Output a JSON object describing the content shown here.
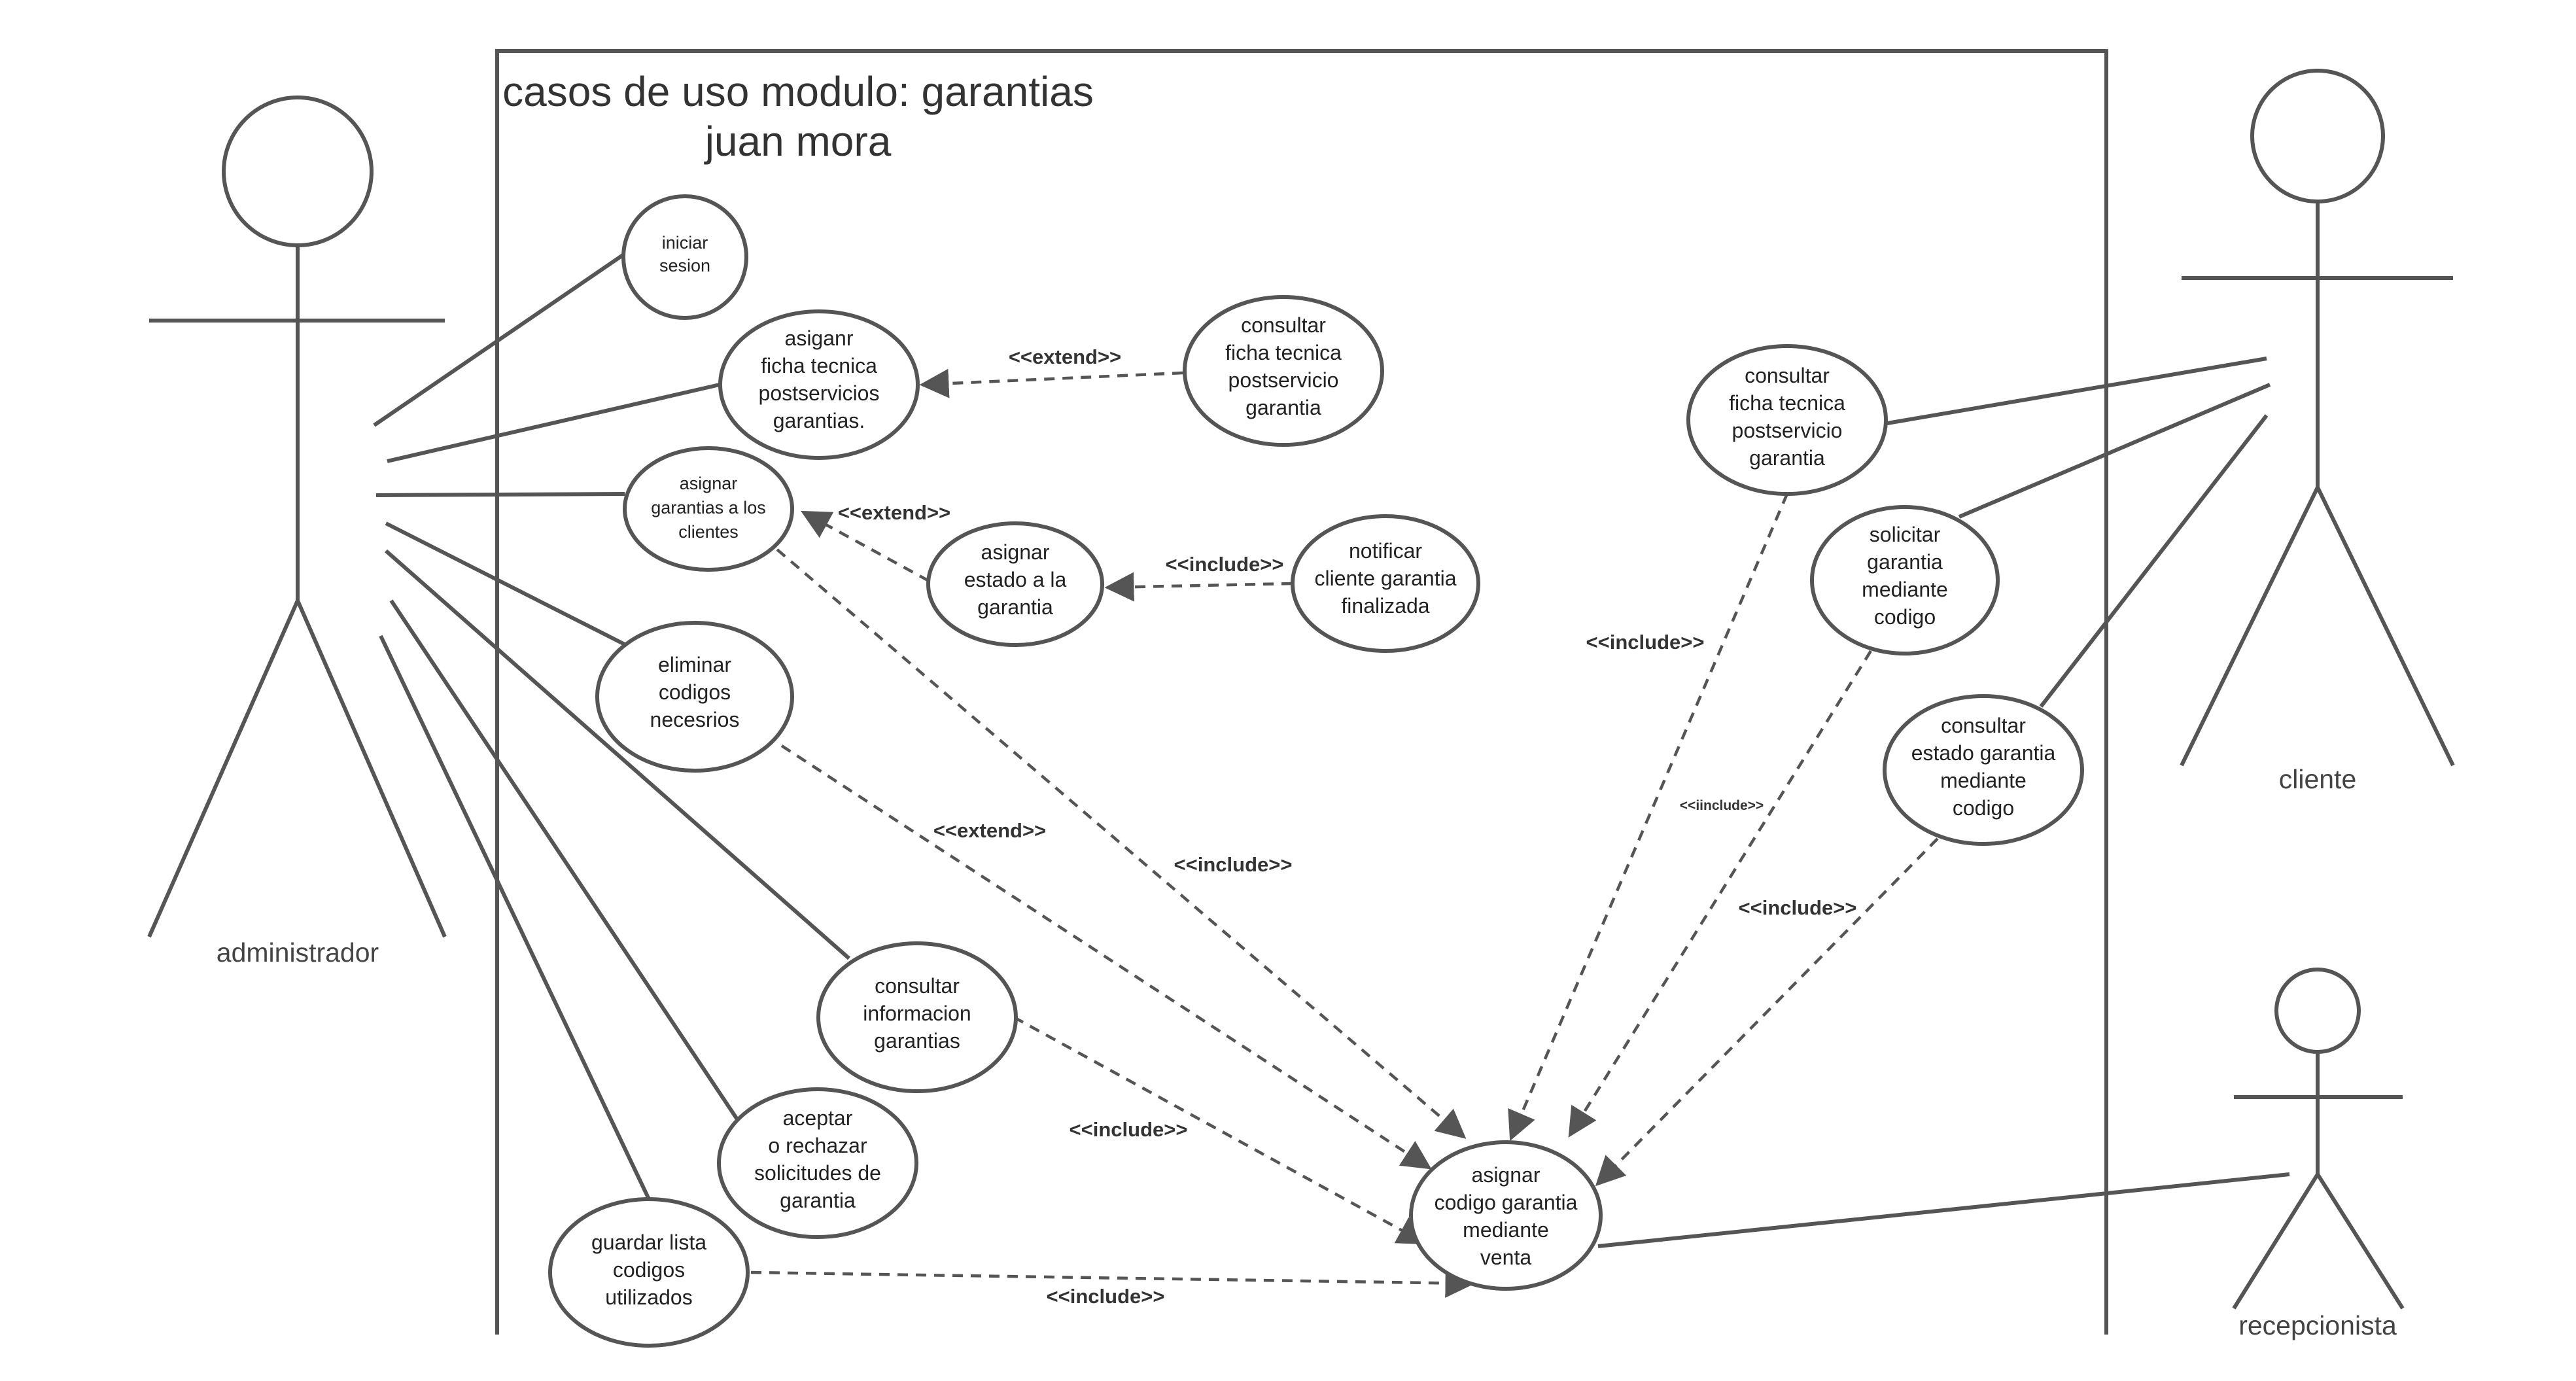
{
  "diagram": {
    "title_line1": "casos de uso modulo: garantias",
    "title_line2": "juan mora",
    "actors": {
      "administrador": "administrador",
      "cliente": "cliente",
      "recepcionista": "recepcionista"
    },
    "use_cases": {
      "iniciar_sesion": [
        "iniciar",
        "sesion"
      ],
      "asignar_ficha": [
        "asiganr",
        "ficha tecnica",
        "postservicios",
        "garantias."
      ],
      "asignar_garantias_clientes": [
        "asignar",
        "garantias a los",
        "clientes"
      ],
      "eliminar_codigos": [
        "eliminar",
        "codigos",
        "necesrios"
      ],
      "consultar_informacion": [
        "consultar",
        "informacion",
        "garantias"
      ],
      "aceptar_rechazar": [
        "aceptar",
        "o rechazar",
        "solicitudes de",
        "garantia"
      ],
      "guardar_lista": [
        "guardar  lista",
        "codigos",
        "utilizados"
      ],
      "consultar_ficha_admin": [
        "consultar",
        "ficha tecnica",
        "postservicio",
        "garantia"
      ],
      "asignar_estado": [
        "asignar",
        "estado a la",
        "garantia"
      ],
      "notificar_cliente": [
        "notificar",
        "cliente garantia",
        "finalizada"
      ],
      "asignar_codigo_venta": [
        "asignar",
        "codigo garantia",
        "mediante",
        "venta"
      ],
      "consultar_ficha_cliente": [
        "consultar",
        "ficha tecnica",
        "postservicio",
        "garantia"
      ],
      "solicitar_garantia": [
        "solicitar",
        "garantia",
        "mediante",
        "codigo"
      ],
      "consultar_estado": [
        "consultar",
        "estado garantia",
        "mediante",
        "codigo"
      ]
    },
    "relations": {
      "extend_ficha": "<<extend>>",
      "extend_estado": "<<extend>>",
      "include_notificar": "<<include>>",
      "extend_eliminar": "<<extend>>",
      "include_asignar_garantias": "<<include>>",
      "include_consultar_info": "<<include>>",
      "include_guardar": "<<include>>",
      "include_ficha_cliente": "<<include>>",
      "include_solicitar": "<<iinclude>>",
      "include_estado": "<<include>>"
    }
  }
}
